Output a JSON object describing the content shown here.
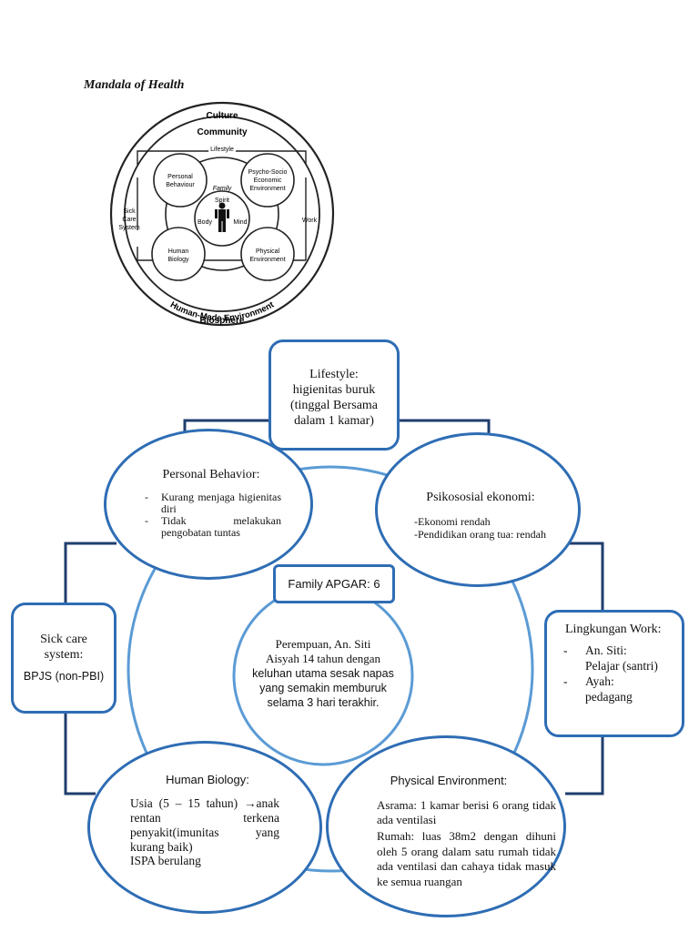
{
  "title": "Mandala of Health",
  "mandala": {
    "culture": "Culture",
    "community": "Community",
    "lifestyle": "Lifestyle",
    "personal_behaviour": [
      "Personal",
      "Behaviour"
    ],
    "psycho_socio": [
      "Psycho-Socio",
      "Economic",
      "Environment"
    ],
    "family": "Family",
    "spirit": "Spirit",
    "body": "Body",
    "mind": "Mind",
    "sick_care": [
      "Sick",
      "Care",
      "System"
    ],
    "work": "Work",
    "human_biology": [
      "Human",
      "Biology"
    ],
    "physical_environment": [
      "Physical",
      "Environment"
    ],
    "human_made": "Human-Made Environment",
    "biosphere": "Biosphere"
  },
  "lifestyle": {
    "line1": "Lifestyle:",
    "line2": "higienitas buruk",
    "line3": "(tinggal Bersama",
    "line4": "dalam 1 kamar)"
  },
  "personal_behavior": {
    "title": "Personal Behavior:",
    "items": [
      "Kurang menjaga higienitas diri",
      "Tidak melakukan pengobatan tuntas"
    ]
  },
  "psikososial": {
    "title": "Psikososial ekonomi:",
    "items": [
      "-Ekonomi rendah",
      "-Pendidikan orang tua: rendah"
    ]
  },
  "family_apgar": "Family APGAR: 6",
  "center_text": {
    "line1": "Perempuan, An. Siti",
    "line2": "Aisyah 14 tahun dengan",
    "line3": "keluhan utama sesak napas",
    "line4": "yang semakin memburuk",
    "line5": "selama 3 hari terakhir."
  },
  "sick_care": {
    "line1": "Sick care",
    "line2": "system:",
    "value": "BPJS (non-PBI)"
  },
  "lingkungan_work": {
    "title": "Lingkungan Work:",
    "items": [
      {
        "a": "An. Siti:",
        "b": "Pelajar (santri)"
      },
      {
        "a": "Ayah:",
        "b": "pedagang"
      }
    ]
  },
  "human_biology": {
    "title": "Human Biology:",
    "text": "Usia (5 – 15 tahun) →anak rentan terkena penyakit(imunitas yang kurang baik)",
    "last": "ISPA berulang"
  },
  "physical_environment": {
    "title": "Physical Environment:",
    "p1": "Asrama: 1 kamar berisi 6 orang tidak ada ventilasi",
    "p2": "Rumah: luas 38m2 dengan dihuni oleh 5 orang dalam satu rumah tidak ada ventilasi dan cahaya tidak masuk ke semua ruangan"
  },
  "colors": {
    "accent": "#2e6db4",
    "connector": "#1f3e6e",
    "light_ring": "#5b9bd5"
  }
}
